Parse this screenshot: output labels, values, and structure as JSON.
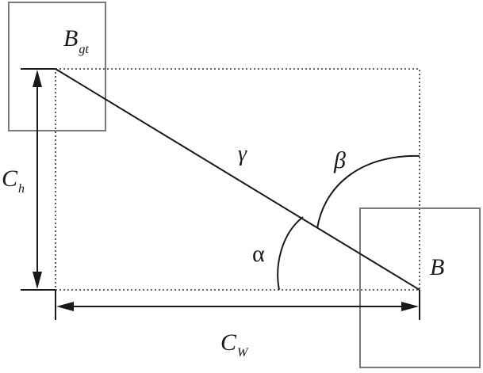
{
  "labels": {
    "b_gt_main": "B",
    "b_gt_sub": "gt",
    "b": "B",
    "c_h_main": "C",
    "c_h_sub": "h",
    "c_w_main": "C",
    "c_w_sub": "W",
    "alpha": "α",
    "beta": "β",
    "gamma": "γ"
  },
  "colors": {
    "line": "#1a1a1a",
    "box": "#7a7a7a",
    "dotted": "#333333"
  }
}
